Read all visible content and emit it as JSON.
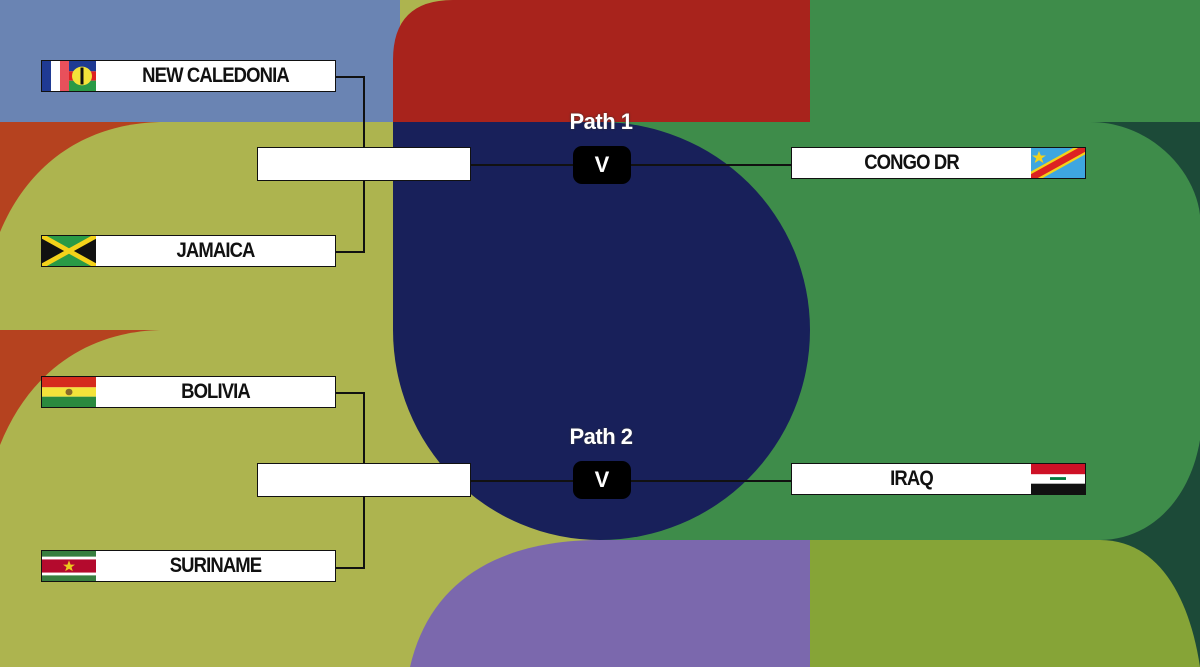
{
  "paths": [
    {
      "label": "Path 1",
      "vs_label": "V",
      "semi": [
        {
          "name": "NEW CALEDONIA",
          "flag": "new-caledonia"
        },
        {
          "name": "JAMAICA",
          "flag": "jamaica"
        }
      ],
      "final_opponent": {
        "name": "CONGO DR",
        "flag": "congo-dr"
      }
    },
    {
      "label": "Path 2",
      "vs_label": "V",
      "semi": [
        {
          "name": "BOLIVIA",
          "flag": "bolivia"
        },
        {
          "name": "SURINAME",
          "flag": "suriname"
        }
      ],
      "final_opponent": {
        "name": "IRAQ",
        "flag": "iraq"
      }
    }
  ],
  "colors": {
    "blue": "#6a84b3",
    "red": "#a8231c",
    "green": "#3e8c4a",
    "olive": "#adb44f",
    "navy": "#18205a",
    "purple": "#7b68ad",
    "orange": "#b5421f",
    "dark_green": "#1c4a38",
    "lime": "#86a437"
  }
}
